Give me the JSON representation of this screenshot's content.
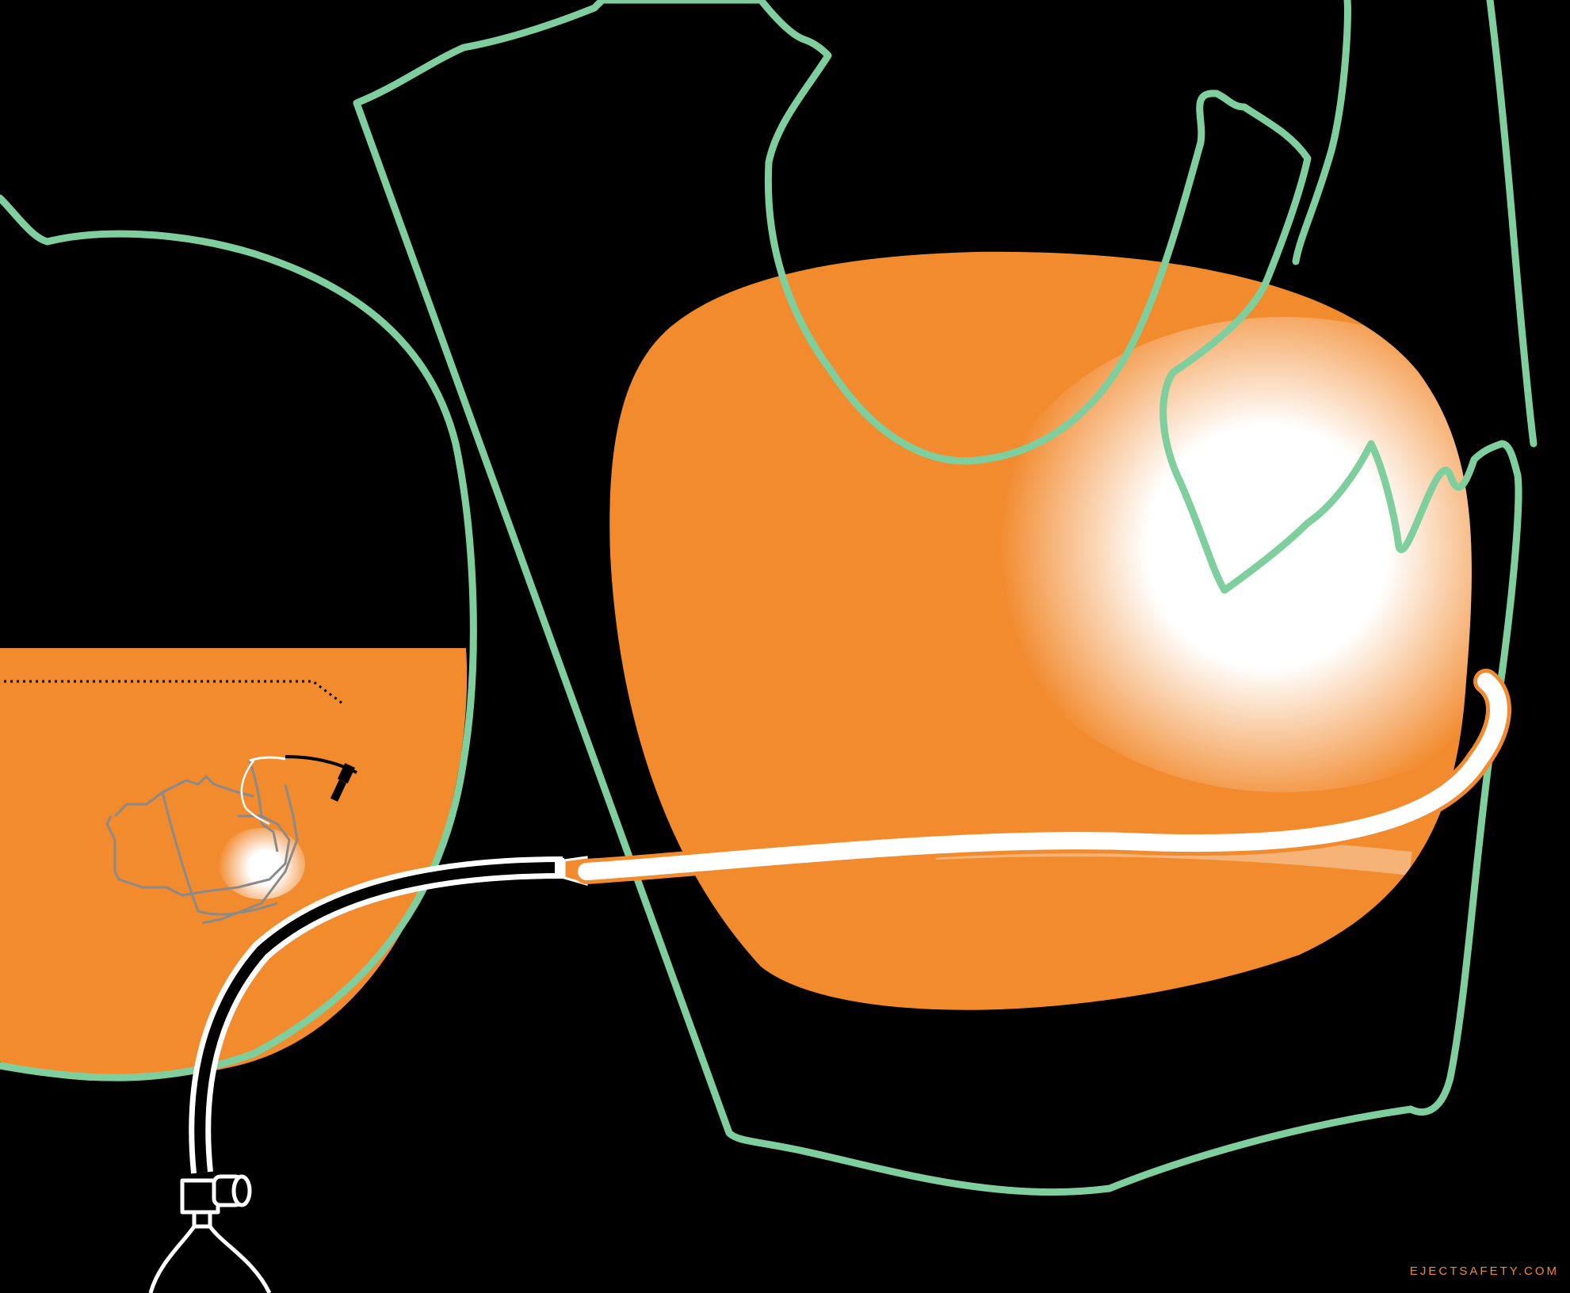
{
  "colors": {
    "background": "#000000",
    "outline": "#7fcf9e",
    "airbag": "#f28a2e",
    "tube": "#ffffff",
    "inset_sketch": "#808080"
  },
  "icons": [
    "airbag-shape",
    "occupant-outline",
    "inflation-tube",
    "gas-cylinder",
    "seat-outline"
  ],
  "footer": {
    "credit": "EJECTSAFETY.COM"
  }
}
